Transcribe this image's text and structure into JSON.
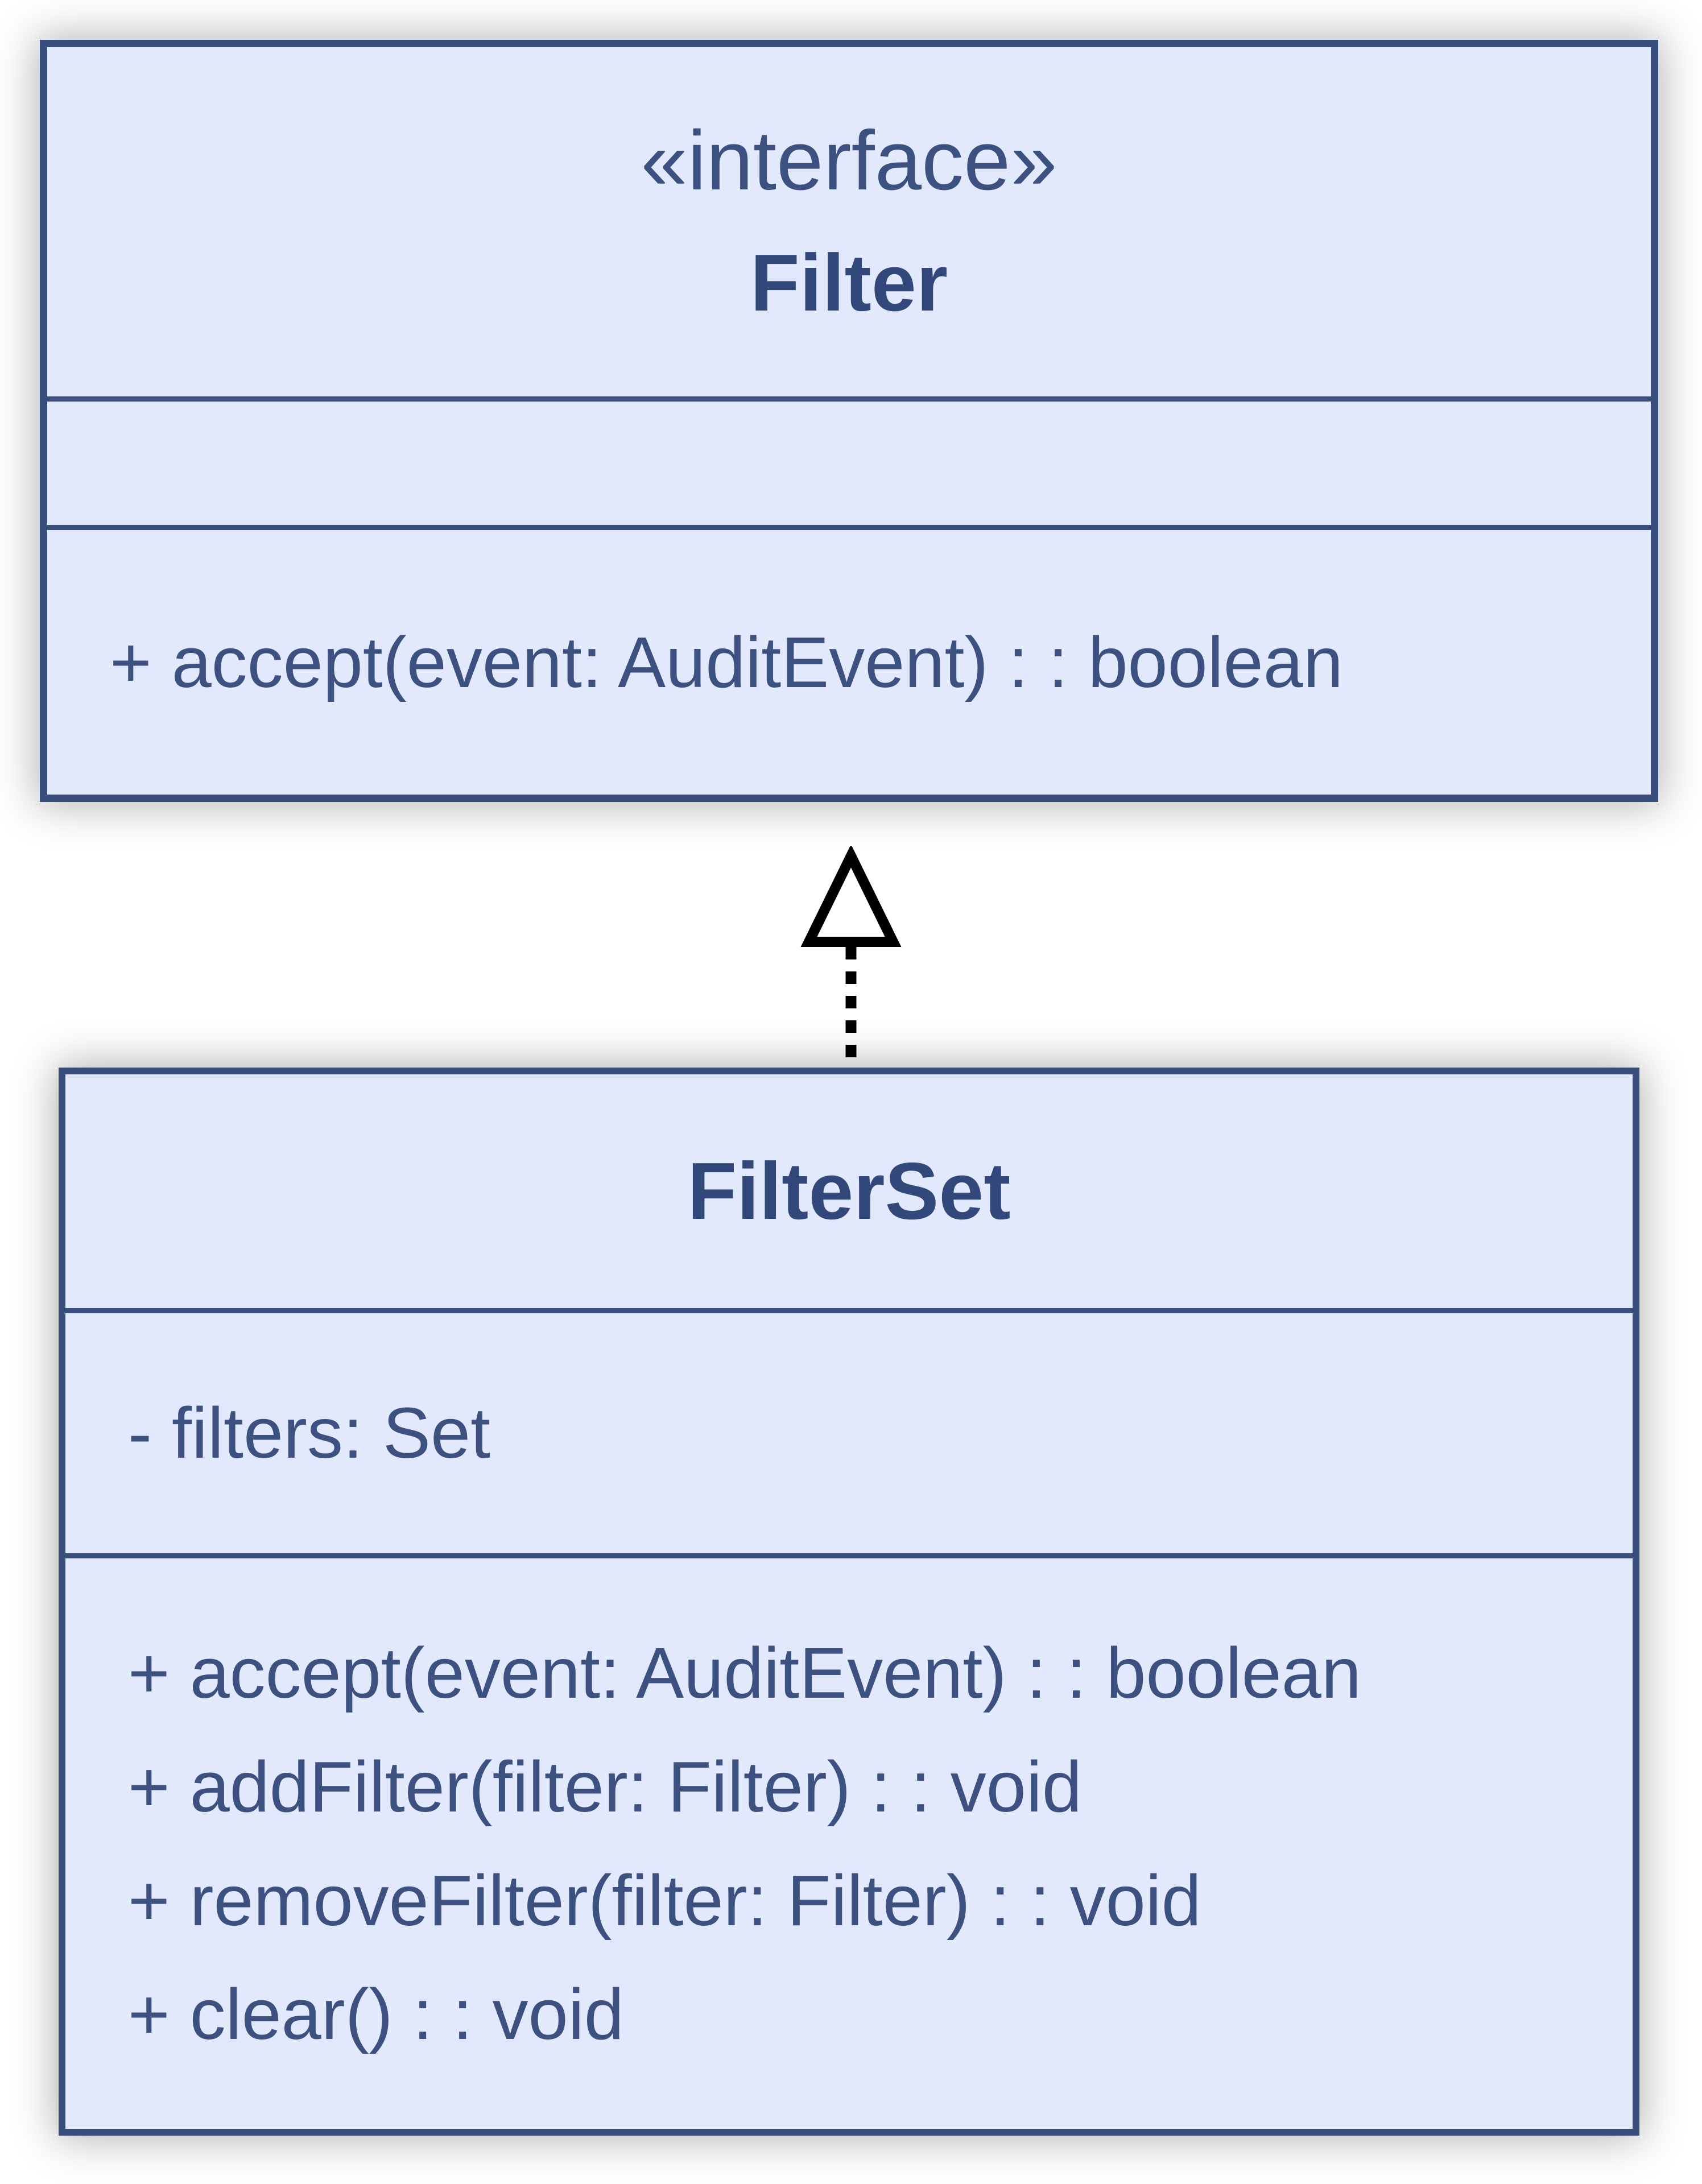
{
  "diagram": {
    "type": "uml-class-diagram",
    "colors": {
      "box_fill": "#e2e9fc",
      "box_border": "#394e7c",
      "member_text": "#3d5180",
      "title_text": "#32487a",
      "arrow": "#000000",
      "page_background": "#ffffff"
    },
    "filter_interface": {
      "stereotype": "«interface»",
      "name": "Filter",
      "attributes": [],
      "methods": [
        "+ accept(event: AuditEvent) : : boolean"
      ]
    },
    "filter_set": {
      "name": "FilterSet",
      "attributes": [
        "- filters: Set"
      ],
      "methods": [
        "+ accept(event: AuditEvent) : : boolean",
        "+ addFilter(filter: Filter) : : void",
        "+ removeFilter(filter: Filter) : : void",
        "+ clear() : : void"
      ]
    },
    "relationship": {
      "type": "realization",
      "from": "FilterSet",
      "to": "Filter",
      "line_style": "dashed",
      "arrowhead": "hollow-triangle"
    }
  }
}
